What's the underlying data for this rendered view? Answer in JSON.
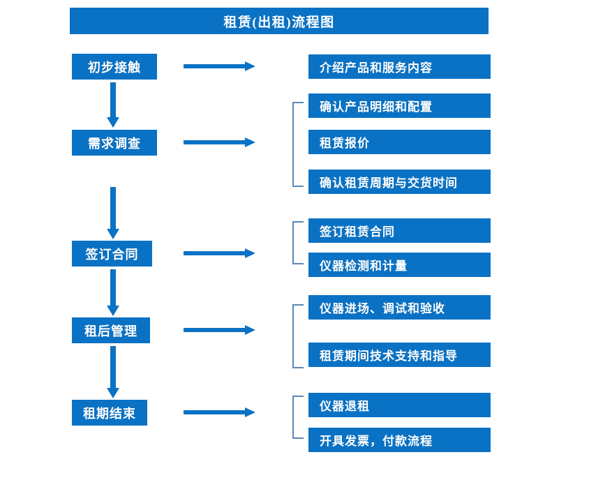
{
  "header": {
    "title": "租赁(出租)流程图"
  },
  "colors": {
    "box_fill": "#0a72c4",
    "arrow": "#0a72c4",
    "bracket": "#5b87b5",
    "text": "#ffffff",
    "background": "#ffffff"
  },
  "flow": {
    "stages": [
      {
        "label": "初步接触"
      },
      {
        "label": "需求调查"
      },
      {
        "label": "签订合同"
      },
      {
        "label": "租后管理"
      },
      {
        "label": "租期结束"
      }
    ],
    "details": [
      {
        "label": "介绍产品和服务内容"
      },
      {
        "label": "确认产品明细和配置"
      },
      {
        "label": "租赁报价"
      },
      {
        "label": "确认租赁周期与交货时间"
      },
      {
        "label": "签订租赁合同"
      },
      {
        "label": "仪器检测和计量"
      },
      {
        "label": "仪器进场、调试和验收"
      },
      {
        "label": "租赁期间技术支持和指导"
      },
      {
        "label": "仪器退租"
      },
      {
        "label": "开具发票，付款流程"
      }
    ],
    "connectors": {
      "horizontal_arrow_count": 5,
      "vertical_arrow_count": 4,
      "bracket_count": 4
    }
  }
}
